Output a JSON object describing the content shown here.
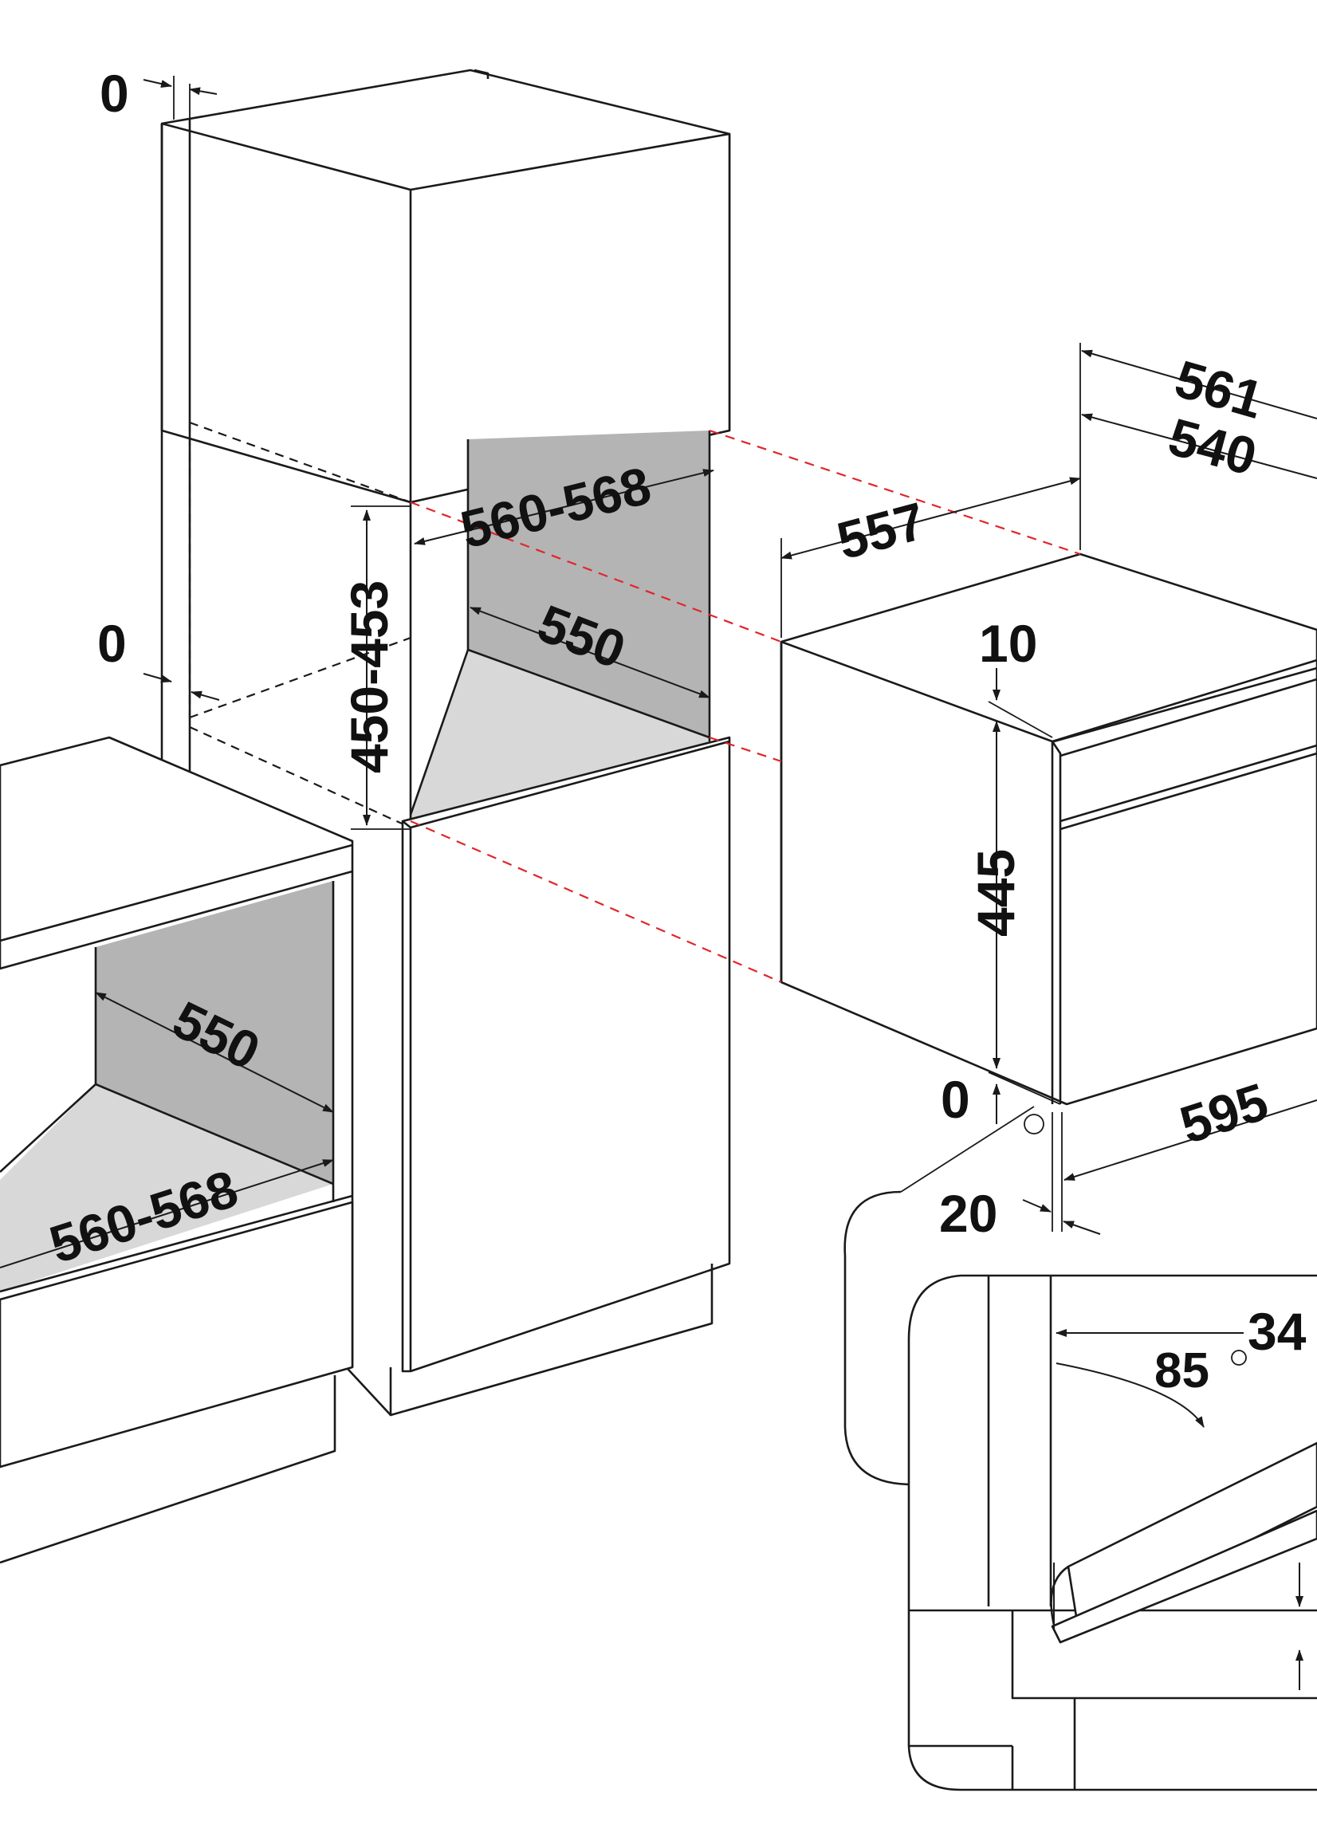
{
  "labels": {
    "gap_top": "0",
    "gap_mid": "0",
    "gap_bottom": "0",
    "niche_height": "450-453",
    "niche_width_tall": "560-568",
    "niche_depth_tall": "550",
    "niche_depth_base": "550",
    "niche_width_base": "560-568",
    "oven_depth_total": "557",
    "oven_depth_561": "561",
    "oven_depth_540": "540",
    "panel_top": "10",
    "oven_height": "445",
    "oven_width": "595",
    "front_offset": "20",
    "door_depth": "34",
    "door_angle": "85"
  },
  "colors": {
    "line": "#1a1a1a",
    "guide": "#e0262c",
    "niche_back": "#b4b4b4",
    "niche_floor": "#d8d8d8"
  }
}
